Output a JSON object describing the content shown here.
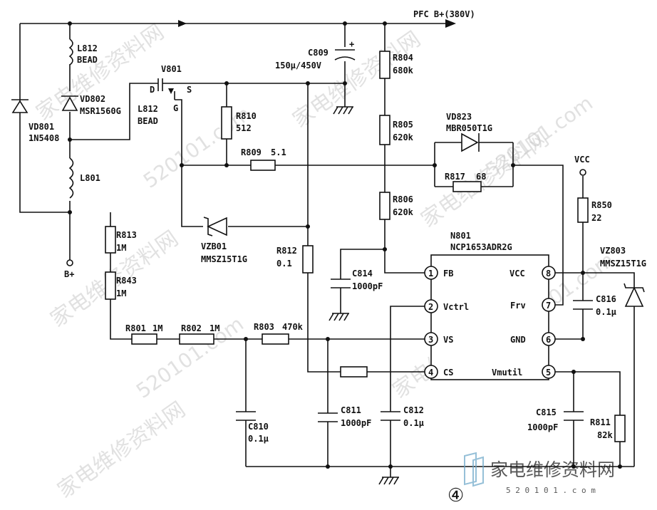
{
  "rail_label": "PFC B+(380V)",
  "labels": {
    "l812a": "L812",
    "l812a_v": "BEAD",
    "vd802": "VD802",
    "vd802_v": "MSR1560G",
    "vd801": "VD801",
    "vd801_v": "1N5408",
    "l801": "L801",
    "bplus": "B+",
    "v801": "V801",
    "pin_d": "D",
    "pin_s": "S",
    "pin_g": "G",
    "l812b": "L812",
    "l812b_v": "BEAD",
    "r810": "R810",
    "r810_v": "512",
    "r809": "R809",
    "r809_v": "5.1",
    "vzb01": "VZB01",
    "vzb01_v": "MMSZ15T1G",
    "r812": "R812",
    "r812_v": "0.1",
    "r813": "R813",
    "r813_v": "1M",
    "r843": "R843",
    "r843_v": "1M",
    "r801": "R801",
    "r801_v": "1M",
    "r802": "R802",
    "r802_v": "1M",
    "r803": "R803",
    "r803_v": "470k",
    "c809": "C809",
    "c809_v": "150µ/450V",
    "c809_plus": "+",
    "r804": "R804",
    "r804_v": "680k",
    "r805": "R805",
    "r805_v": "620k",
    "r806": "R806",
    "r806_v": "620k",
    "c814": "C814",
    "c814_v": "1000pF",
    "vd823": "VD823",
    "vd823_v": "MBR050T1G",
    "r817": "R817",
    "r817_v": "68",
    "vcc": "VCC",
    "r850": "R850",
    "r850_v": "22",
    "vz803": "VZ803",
    "vz803_v": "MMSZ15T1G",
    "c816": "C816",
    "c816_v": "0.1µ",
    "c810": "C810",
    "c810_v": "0.1µ",
    "c811": "C811",
    "c811_v": "1000pF",
    "c812": "C812",
    "c812_v": "0.1µ",
    "c815": "C815",
    "c815_v": "1000pF",
    "r811": "R811",
    "r811_v": "82k",
    "page_marker": "④"
  },
  "ic": {
    "name": "N801",
    "part": "NCP1653ADR2G",
    "pins": [
      {
        "num": "1",
        "name": "FB"
      },
      {
        "num": "2",
        "name": "Vctrl"
      },
      {
        "num": "3",
        "name": "VS"
      },
      {
        "num": "4",
        "name": "CS"
      },
      {
        "num": "8",
        "name": "VCC"
      },
      {
        "num": "7",
        "name": "Frv"
      },
      {
        "num": "6",
        "name": "GND"
      },
      {
        "num": "5",
        "name": "Vmutil"
      }
    ]
  },
  "watermark": {
    "text": "家电维修资料网",
    "site": "520101.com",
    "logo_text": "家电维修资料网",
    "logo_site": "5 2 0 1 0 1 . c o m"
  }
}
